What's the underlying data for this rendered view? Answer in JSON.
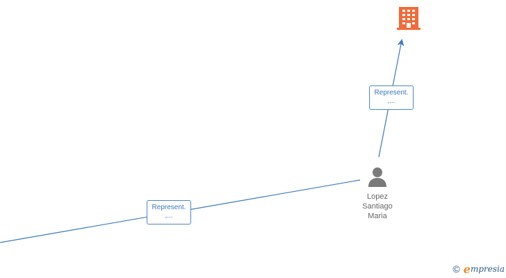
{
  "nodes": {
    "company": {
      "icon": "building-icon",
      "color": "#f26b3a"
    },
    "person": {
      "icon": "person-icon",
      "color": "#7a7a7a",
      "name_lines": [
        "Lopez",
        "Santiago",
        "Maria"
      ]
    }
  },
  "edges": [
    {
      "label_line1": "Represent.",
      "label_line2": ",..."
    },
    {
      "label_line1": "Represent.",
      "label_line2": ",..."
    }
  ],
  "edge_color": "#3a78c2",
  "brand": {
    "copyright_symbol": "©",
    "initial": "e",
    "rest": "mpresia"
  }
}
